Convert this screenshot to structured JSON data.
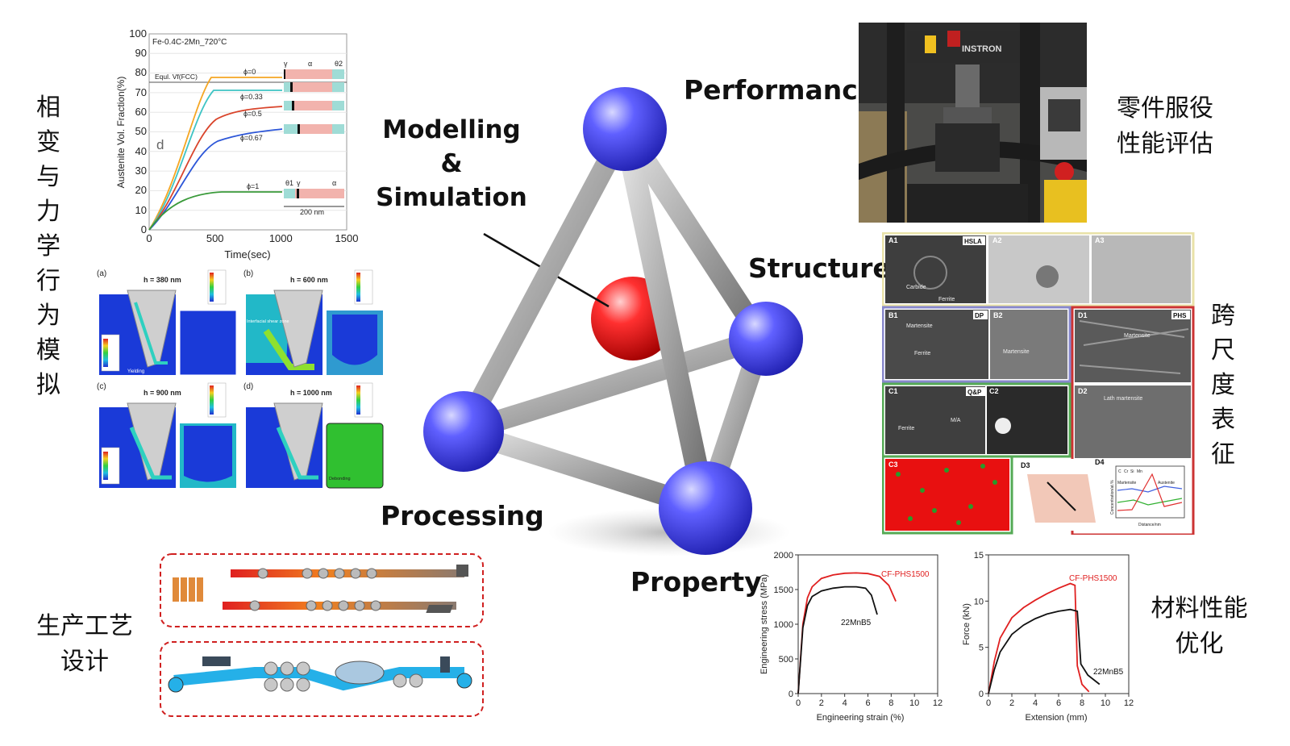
{
  "center": {
    "modelling": "Modelling\n&\nSimulation",
    "performance": "Performance",
    "structure": "Structure",
    "processing": "Processing",
    "property": "Property"
  },
  "side_labels": {
    "left_top": "相\n变\n与\n力\n学\n行\n为\n模\n拟",
    "right_top": "零件服役\n性能评估",
    "right_mid": "跨\n尺\n度\n表\n征",
    "left_bottom": "生产工艺\n设计",
    "right_bottom": "材料性能\n优化"
  },
  "austenite_chart": {
    "title": "Fe-0.4C-2Mn_720°C",
    "ylabel": "Austenite Vol. Fraction(%)",
    "xlabel": "Time(sec)",
    "x_ticks": [
      "0",
      "500",
      "1000",
      "1500"
    ],
    "y_ticks": [
      "0",
      "10",
      "20",
      "30",
      "40",
      "50",
      "60",
      "70",
      "80",
      "90",
      "100"
    ],
    "equl_label": "Equl. Vf(FCC)",
    "panel_letter": "d",
    "curve_labels": [
      "ϕ=0",
      "ϕ=0.33",
      "ϕ=0.5",
      "ϕ=0.67",
      "ϕ=1"
    ],
    "phase_labels": [
      "γ",
      "α",
      "θ2",
      "θ1",
      "γ",
      "α"
    ],
    "scale_label": "200 nm",
    "colors": {
      "phi0": "#f5a623",
      "phi033": "#3fc4c4",
      "phi05": "#d9442b",
      "phi067": "#2c56d8",
      "phi1": "#3a9a3a"
    }
  },
  "chart_data": [
    {
      "type": "line",
      "title": "",
      "xlabel": "Engineering strain (%)",
      "ylabel": "Engineering stress (MPa)",
      "xlim": [
        0,
        12
      ],
      "ylim": [
        0,
        2000
      ],
      "x_ticks": [
        "0",
        "2",
        "4",
        "6",
        "8",
        "10",
        "12"
      ],
      "y_ticks": [
        "0",
        "500",
        "1000",
        "1500",
        "2000"
      ],
      "series": [
        {
          "name": "CF-PHS1500",
          "color": "#e02020",
          "x": [
            0,
            0.4,
            0.8,
            1.2,
            2,
            3,
            4,
            5,
            6,
            7,
            7.8,
            8.4
          ],
          "y": [
            0,
            1000,
            1380,
            1540,
            1660,
            1710,
            1735,
            1740,
            1730,
            1690,
            1560,
            1330
          ]
        },
        {
          "name": "22MnB5",
          "color": "#111111",
          "x": [
            0,
            0.4,
            0.8,
            1.2,
            2,
            3,
            4,
            5,
            5.8,
            6.3,
            6.8
          ],
          "y": [
            0,
            950,
            1270,
            1400,
            1480,
            1520,
            1540,
            1540,
            1520,
            1420,
            1140
          ]
        }
      ]
    },
    {
      "type": "line",
      "title": "",
      "xlabel": "Extension (mm)",
      "ylabel": "Force (kN)",
      "xlim": [
        0,
        12
      ],
      "ylim": [
        0,
        15
      ],
      "x_ticks": [
        "0",
        "2",
        "4",
        "6",
        "8",
        "10",
        "12"
      ],
      "y_ticks": [
        "0",
        "5",
        "10",
        "15"
      ],
      "series": [
        {
          "name": "CF-PHS1500",
          "color": "#e02020",
          "x": [
            0,
            0.5,
            1,
            2,
            3,
            4,
            5,
            6,
            7,
            7.4,
            7.6,
            8,
            8.6
          ],
          "y": [
            0,
            3.5,
            6,
            8.2,
            9.3,
            10.1,
            10.8,
            11.4,
            11.9,
            11.7,
            3,
            1,
            0.2
          ]
        },
        {
          "name": "22MnB5",
          "color": "#111111",
          "x": [
            0,
            0.5,
            1,
            2,
            3,
            4,
            5,
            6,
            7,
            7.6,
            7.9,
            8.5,
            9.5
          ],
          "y": [
            0,
            2.6,
            4.5,
            6.4,
            7.4,
            8.1,
            8.6,
            8.9,
            9.1,
            8.9,
            3.2,
            2.0,
            1.0
          ]
        }
      ]
    }
  ],
  "fem": {
    "panels": [
      {
        "letter": "(a)",
        "title": "h = 380 nm",
        "note": "Yielding"
      },
      {
        "letter": "(b)",
        "title": "h = 600 nm",
        "note": "Interfacial shear zone"
      },
      {
        "letter": "(c)",
        "title": "h = 900 nm",
        "note": ""
      },
      {
        "letter": "(d)",
        "title": "h = 1000 nm",
        "note": "Debonding"
      }
    ]
  },
  "micro": {
    "tags": {
      "A": "HSLA",
      "B": "DP",
      "D1": "PHS",
      "C": "Q&P"
    },
    "panel_ids": [
      "A1",
      "A2",
      "A3",
      "B1",
      "B2",
      "D1",
      "C1",
      "C2",
      "D2",
      "C3",
      "D3",
      "D4"
    ],
    "phase_words": [
      "Carbide",
      "Ferrite",
      "Martensite",
      "Ferrite",
      "Martensite",
      "Martensite",
      "Ferrite",
      "M/A",
      "Lath martensite"
    ],
    "d4_legend": [
      "C",
      "Cr",
      "Si",
      "Mn"
    ],
    "d4_words": [
      "Martensite",
      "Austenite"
    ],
    "d4_xlabel": "Distance/nm",
    "d4_ylabel": "Concentration/at.%",
    "colors": {
      "A": "#e9e2a8",
      "B": "#8888cc",
      "C": "#55aa55",
      "D": "#cc3333"
    }
  },
  "machine": {
    "brand": "INSTRON"
  }
}
